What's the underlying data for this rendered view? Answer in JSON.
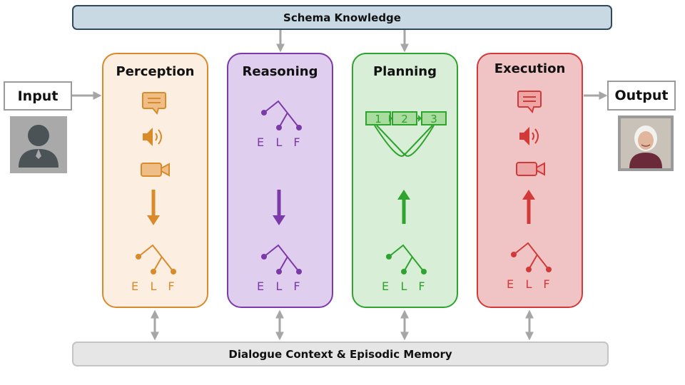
{
  "schema": {
    "label": "Schema Knowledge"
  },
  "memory": {
    "label": "Dialogue Context & Episodic Memory"
  },
  "io": {
    "input_label": "Input",
    "output_label": "Output"
  },
  "panels": [
    {
      "title": "Perception",
      "color": "#d98a2b",
      "fill": "#fcefe2"
    },
    {
      "title": "Reasoning",
      "color": "#7b3aa8",
      "fill": "#e0ceef"
    },
    {
      "title": "Planning",
      "color": "#2ea32e",
      "fill": "#d8eed6"
    },
    {
      "title": "Execution",
      "color": "#d23a3a",
      "fill": "#f0c4c4"
    }
  ],
  "tree_letters": {
    "e": "E",
    "l": "L",
    "f": "F"
  },
  "plan_steps": [
    "1",
    "2",
    "3"
  ],
  "colors": {
    "connector": "#a6a6a6",
    "schema_border": "#2f4a5d"
  }
}
